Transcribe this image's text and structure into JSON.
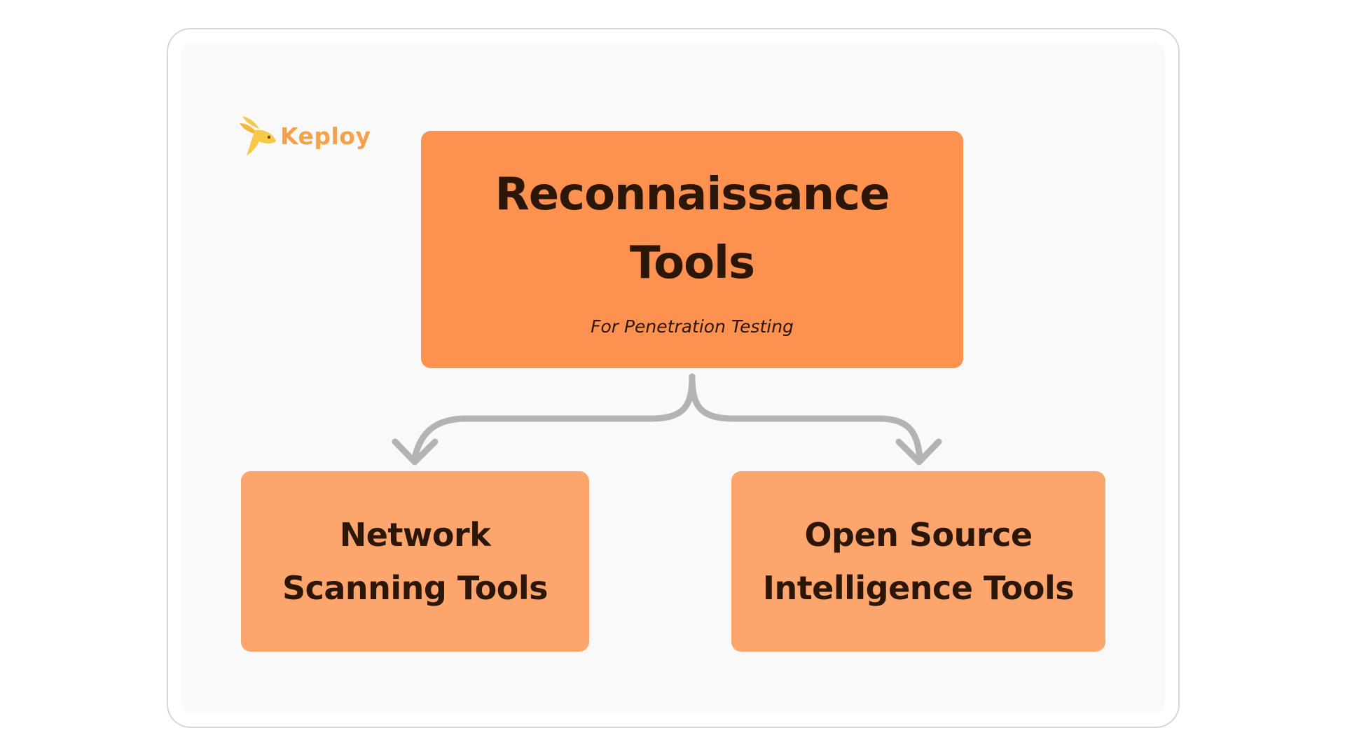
{
  "logo": {
    "text": "Keploy",
    "color": "#f5a14a",
    "icon": "rabbit-icon"
  },
  "root": {
    "title_line1": "Reconnaissance",
    "title_line2": "Tools",
    "subtitle": "For Penetration Testing",
    "color": "#fd914f"
  },
  "children": [
    {
      "line1": "Network",
      "line2": "Scanning Tools",
      "color": "#fca66e"
    },
    {
      "line1": "Open Source",
      "line2": "Intelligence Tools",
      "color": "#fca66e"
    }
  ],
  "connector": {
    "color": "#b3b3b3",
    "icon": "branch-arrow-icon"
  }
}
